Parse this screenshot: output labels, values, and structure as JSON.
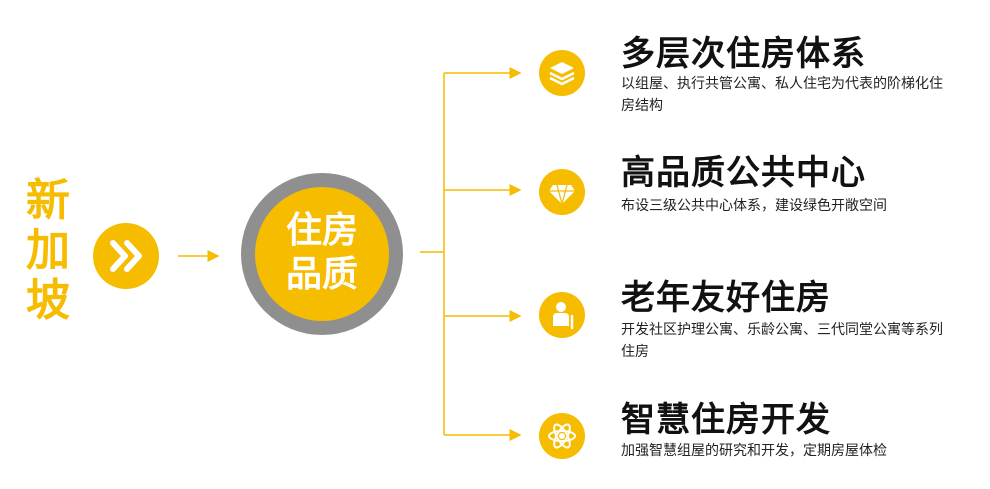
{
  "colors": {
    "accent": "#F6BC00",
    "ring": "#8f8f8f",
    "text": "#111111"
  },
  "root": {
    "title_chars": [
      "新",
      "加",
      "坡"
    ],
    "icon": "double-chevron-right-icon"
  },
  "hub": {
    "line1": "住房",
    "line2": "品质"
  },
  "items": [
    {
      "title": "多层次住房体系",
      "desc": "以组屋、执行共管公寓、私人住宅为代表的阶梯化住房结构",
      "icon": "layers-icon"
    },
    {
      "title": "高品质公共中心",
      "desc": "布设三级公共中心体系，建设绿色开敞空间",
      "icon": "diamond-icon"
    },
    {
      "title": "老年友好住房",
      "desc": "开发社区护理公寓、乐龄公寓、三代同堂公寓等系列住房",
      "icon": "elderly-person-icon"
    },
    {
      "title": "智慧住房开发",
      "desc": "加强智慧组屋的研究和开发，定期房屋体检",
      "icon": "atom-icon"
    }
  ]
}
